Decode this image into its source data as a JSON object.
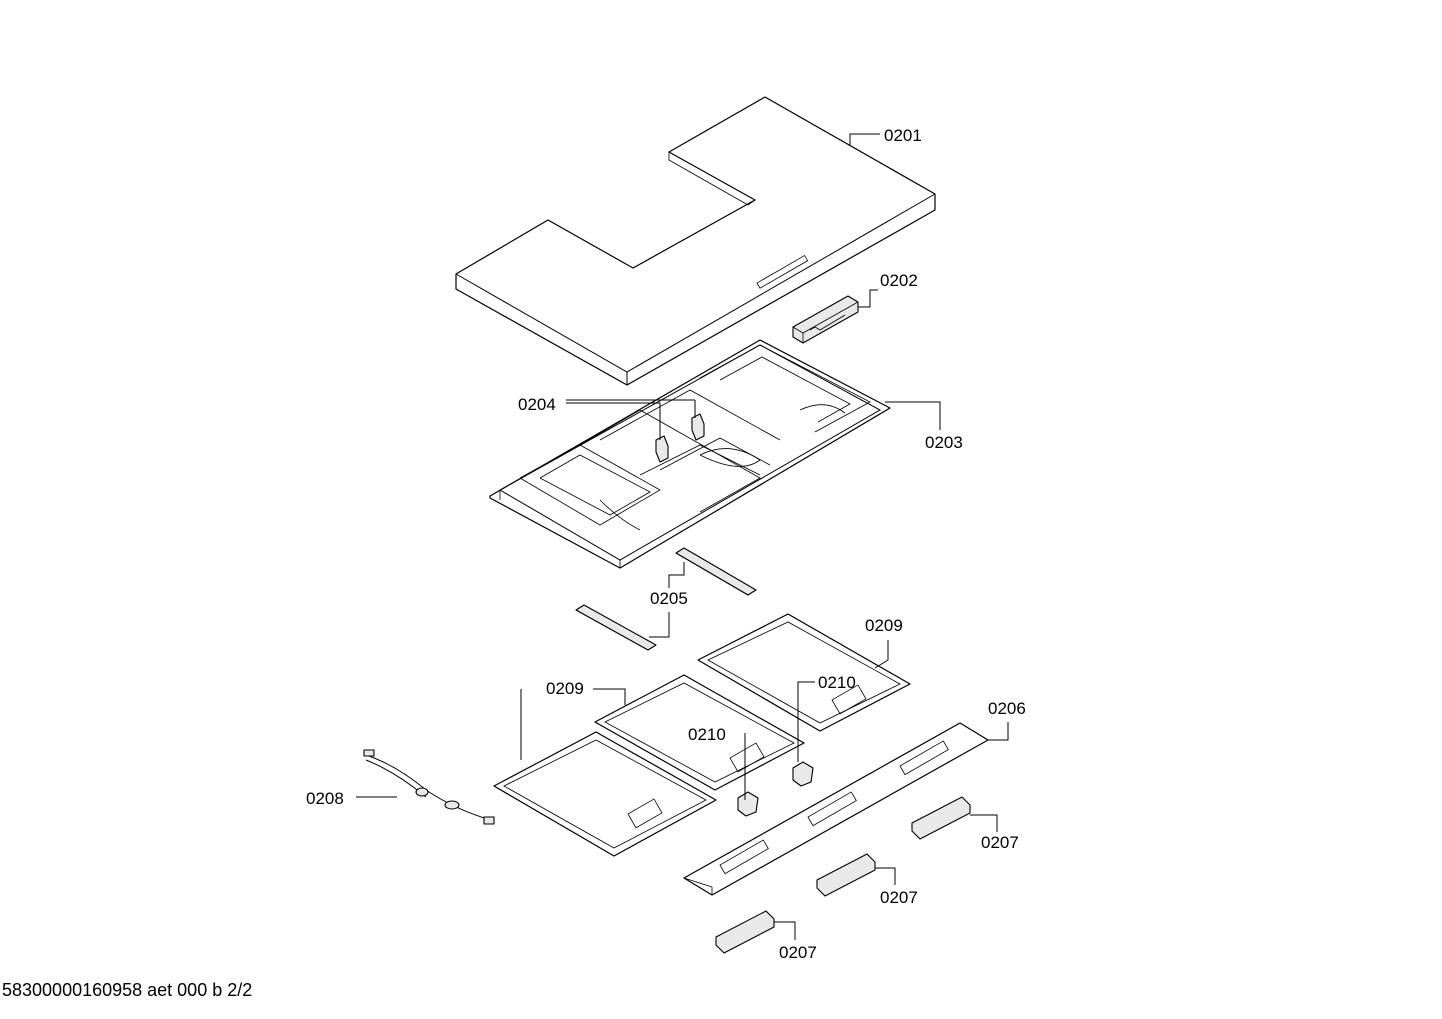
{
  "callouts": {
    "c0201": "0201",
    "c0202": "0202",
    "c0203": "0203",
    "c0204": "0204",
    "c0205": "0205",
    "c0206": "0206",
    "c0207a": "0207",
    "c0207b": "0207",
    "c0207c": "0207",
    "c0208": "0208",
    "c0209a": "0209",
    "c0209b": "0209",
    "c0210a": "0210",
    "c0210b": "0210"
  },
  "footer": {
    "drawing_ref": "58300000160958 aet 000 b 2/2"
  }
}
